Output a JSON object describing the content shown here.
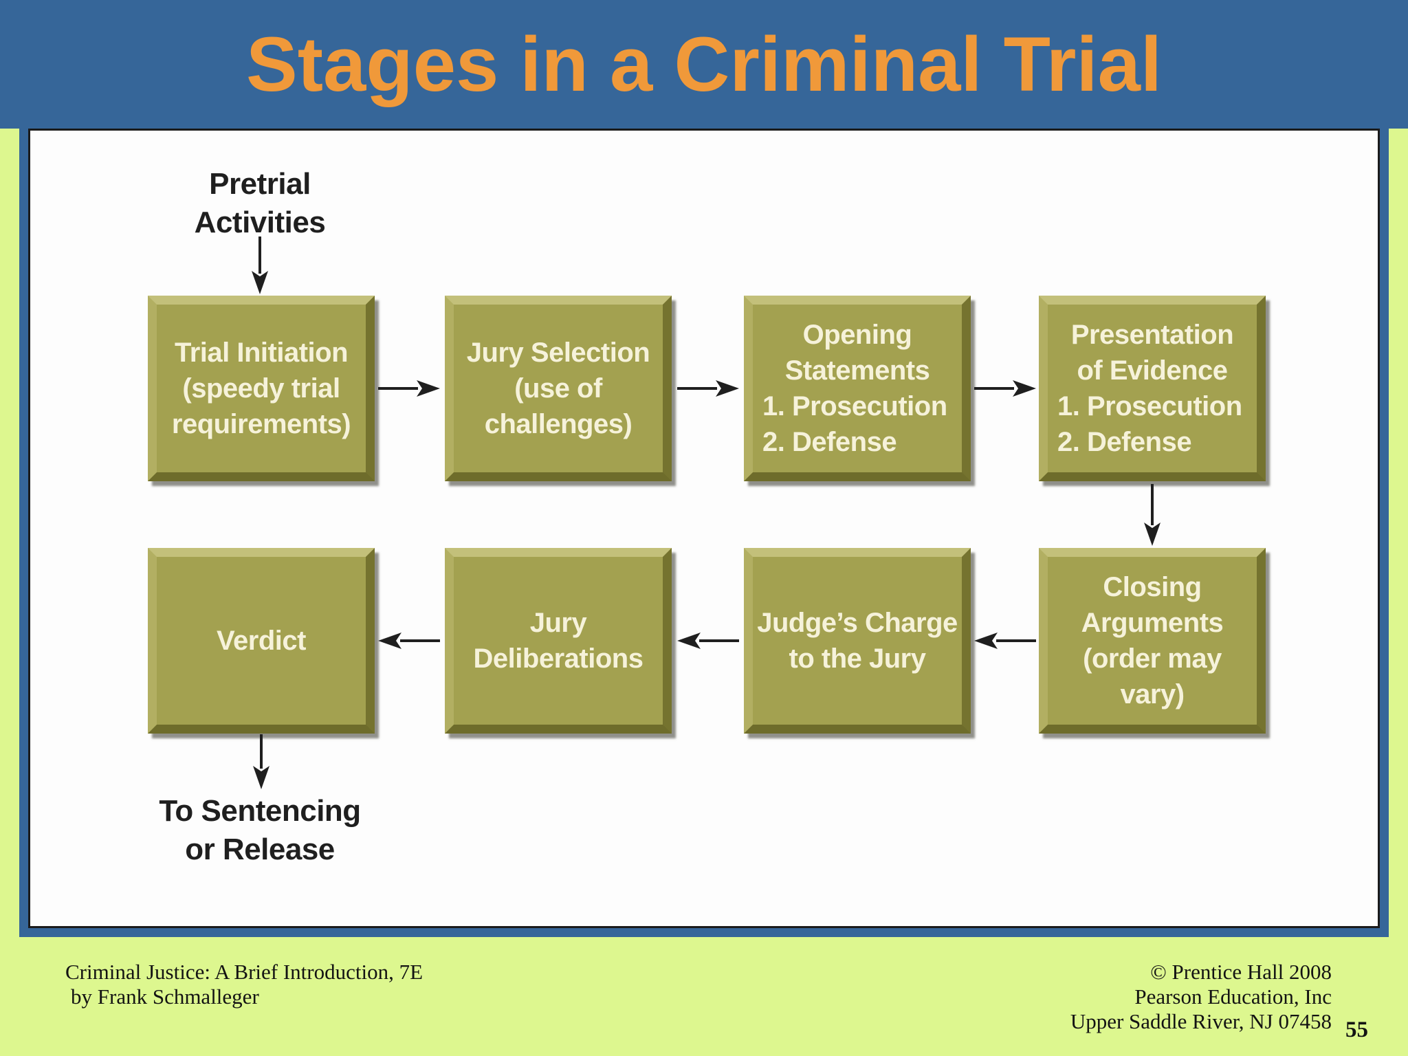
{
  "slide": {
    "title": "Stages in a Criminal Trial",
    "page_number": "55"
  },
  "colors": {
    "header_blue": "#366699",
    "title_orange": "#F0993A",
    "background_lime": "#DDF78F",
    "panel_white": "#FDFDFD",
    "box_olive": "#A3A150",
    "box_bevel_light": "#C3C07A",
    "box_bevel_dark": "#6E6C2B",
    "box_text_cream": "#F6F2DA",
    "text_black": "#1F1F1F"
  },
  "flowchart": {
    "entry_label": {
      "line1": "Pretrial",
      "line2": "Activities"
    },
    "exit_label": {
      "line1": "To Sentencing",
      "line2": "or Release"
    },
    "boxes": {
      "trial_initiation": {
        "line1": "Trial Initiation",
        "line2": "(speedy trial",
        "line3": "requirements)"
      },
      "jury_selection": {
        "line1": "Jury Selection",
        "line2": "(use of",
        "line3": "challenges)"
      },
      "opening_statements": {
        "line1": "Opening",
        "line2": "Statements",
        "item1": "1. Prosecution",
        "item2": "2. Defense"
      },
      "presentation_evidence": {
        "line1": "Presentation",
        "line2": "of Evidence",
        "item1": "1. Prosecution",
        "item2": "2. Defense"
      },
      "closing_arguments": {
        "line1": "Closing",
        "line2": "Arguments",
        "line3": "(order may",
        "line4": "vary)"
      },
      "judges_charge": {
        "line1": "Judge’s Charge",
        "line2": "to the Jury"
      },
      "jury_deliberations": {
        "line1": "Jury",
        "line2": "Deliberations"
      },
      "verdict": {
        "line1": "Verdict"
      }
    }
  },
  "footer": {
    "left_line1": "Criminal Justice: A Brief Introduction, 7E",
    "left_line2": "by Frank Schmalleger",
    "right_line1": "© Prentice Hall 2008",
    "right_line2": "Pearson Education, Inc",
    "right_line3": "Upper Saddle River, NJ 07458"
  }
}
